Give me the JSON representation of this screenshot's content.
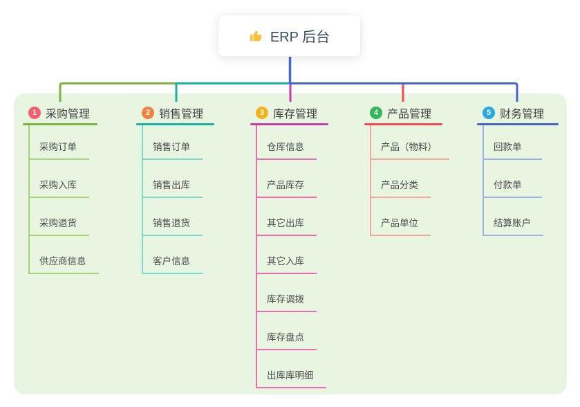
{
  "root": {
    "icon": "thumbs-up",
    "title": "ERP 后台"
  },
  "colors": {
    "page_bg": "#ffffff",
    "panel_bg": "#e8f6e1",
    "root_line": "#4565d4",
    "root_text": "#3a4a63",
    "label_text": "#3e3e3e",
    "item_text": "#4a4a4a",
    "badge_text": "#ffffff",
    "thumb_icon": "#f5c33b"
  },
  "branches": [
    {
      "num": "1",
      "label": "采购管理",
      "badge_color": "#f25d70",
      "line_color": "#7cb342",
      "light_color": "#a9d178",
      "items": [
        "采购订单",
        "采购入库",
        "采购退货",
        "供应商信息"
      ]
    },
    {
      "num": "2",
      "label": "销售管理",
      "badge_color": "#f0813e",
      "line_color": "#14b2a7",
      "light_color": "#7fd6cc",
      "items": [
        "销售订单",
        "销售出库",
        "销售退货",
        "客户信息"
      ]
    },
    {
      "num": "3",
      "label": "库存管理",
      "badge_color": "#f6b21b",
      "line_color": "#cb3aa6",
      "light_color": "#ef6bae",
      "items": [
        "仓库信息",
        "产品库存",
        "其它出库",
        "其它入库",
        "库存调拨",
        "库存盘点",
        "出库库明细"
      ]
    },
    {
      "num": "4",
      "label": "产品管理",
      "badge_color": "#33b55b",
      "line_color": "#f14a50",
      "light_color": "#f8a3a4",
      "items": [
        "产品（物料）",
        "产品分类",
        "产品单位"
      ]
    },
    {
      "num": "5",
      "label": "财务管理",
      "badge_color": "#2aa7de",
      "line_color": "#4464cd",
      "light_color": "#9db1e5",
      "items": [
        "回款单",
        "付款单",
        "结算账户"
      ]
    }
  ]
}
